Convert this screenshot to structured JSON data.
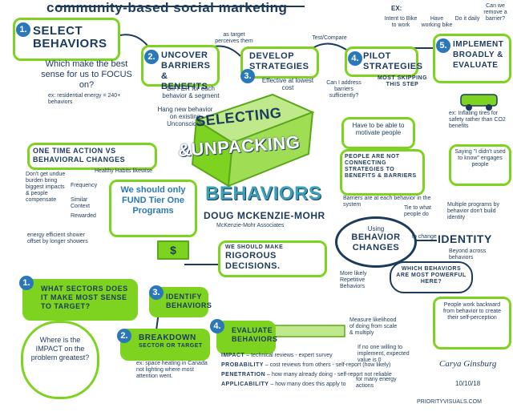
{
  "title": "community-based social marketing",
  "header_ex": {
    "label": "EX:",
    "items": [
      "Intent to Bike to work",
      "Have working bike",
      "Do it daily"
    ],
    "question": "Can we remove a barrier?"
  },
  "steps": [
    {
      "num": "1.",
      "title": "Select Behaviors",
      "note": "Which make the best sense for us to FOCUS on?",
      "example": "ex: residential energy = 240+ behaviors"
    },
    {
      "num": "2.",
      "title": "Uncover Barriers & Benefits",
      "note": "DIFFER for each behavior & segment",
      "aside": "as target perceives them"
    },
    {
      "num": "3.",
      "title": "Develop Strategies",
      "note": "Effective at lowest cost",
      "aside": "Test/Compare"
    },
    {
      "num": "4.",
      "title": "Pilot Strategies",
      "note": "MOST SKIPPING THIS STEP",
      "aside": "Can I address barriers sufficiently?"
    },
    {
      "num": "5.",
      "title": "Implement Broadly & Evaluate"
    }
  ],
  "center": {
    "line1": "Selecting",
    "line2": "&unpacking",
    "line3": "Behaviors",
    "speaker": "Doug McKenzie-Mohr",
    "org": "McKenzie-Mohr Associates"
  },
  "left_panel": {
    "one_time": "One time action vs Behavioral Changes",
    "healthy": "Healthy Habits likewise",
    "hang": "Hang new behavior on existing Unconscious",
    "note": "Don't get undue burden bring biggest impacts & people compensate",
    "energy": "energy efficient shower offset by longer showers",
    "cols": [
      "Frequency",
      "Similar Context",
      "Rewarded"
    ]
  },
  "fund": {
    "text": "We should only FUND Tier One Programs",
    "money": "$"
  },
  "rigorous": {
    "small": "We should make",
    "big": "Rigorous Decisions."
  },
  "right_panel": {
    "motivate": "Have to be able to motivate people",
    "not_connecting": "People are not connecting strategies to benefits & barriers",
    "barriers_note": "Barriers are at each behavior in the system",
    "tires": "ex: Inflating tires for safety rather than CO2 benefits",
    "saying": "Saying \"I didn't used to know\" engages people"
  },
  "identity": {
    "using": "Using",
    "behavior_changes": "Behavior Changes",
    "to_change": "to change",
    "identity": "Identity",
    "tie": "Tie to what people do",
    "multiple": "Multiple programs by behavior don't build identity",
    "beyond": "Beyond across behaviors",
    "repetitive": "More likely Repetitive Behaviors",
    "powerful": "Which behaviors are most powerful here?",
    "backward": "People work backward from behavior to create their self-perception"
  },
  "bottom": {
    "sectors": {
      "num": "1.",
      "text": "What sectors does it make most sense to target?"
    },
    "identify": {
      "num": "3.",
      "text": "Identify Behaviors"
    },
    "breakdown": {
      "num": "2.",
      "title": "Breakdown",
      "sub": "Sector or Target"
    },
    "impact_q": "Where is the IMPACT on the problem greatest?",
    "space": "ex: space heating in Canada not lighting where most attention went.",
    "evaluate": {
      "num": "4.",
      "title": "Evaluate Behaviors"
    },
    "measure": "Measure likelihood of doing from scale & multiply",
    "criteria": [
      {
        "name": "Impact",
        "desc": "technical reviews - expert survey"
      },
      {
        "name": "Probability",
        "desc": "cost reviews from others - self-report (how likely)"
      },
      {
        "name": "Penetration",
        "desc": "how many already doing - self-report not reliable"
      },
      {
        "name": "Applicability",
        "desc": "how many does this apply to"
      }
    ],
    "willing": "If no one willing to implement, expected value is 0",
    "reliable": "for many energy actions"
  },
  "signature": {
    "name": "Carya Ginsburg",
    "date": "10/10/18",
    "site": "PRIORITYVISUALS.COM"
  },
  "colors": {
    "green": "#7ed321",
    "navy": "#1b3a5c",
    "blue": "#2a78b8",
    "teal": "#3aa0b8"
  }
}
